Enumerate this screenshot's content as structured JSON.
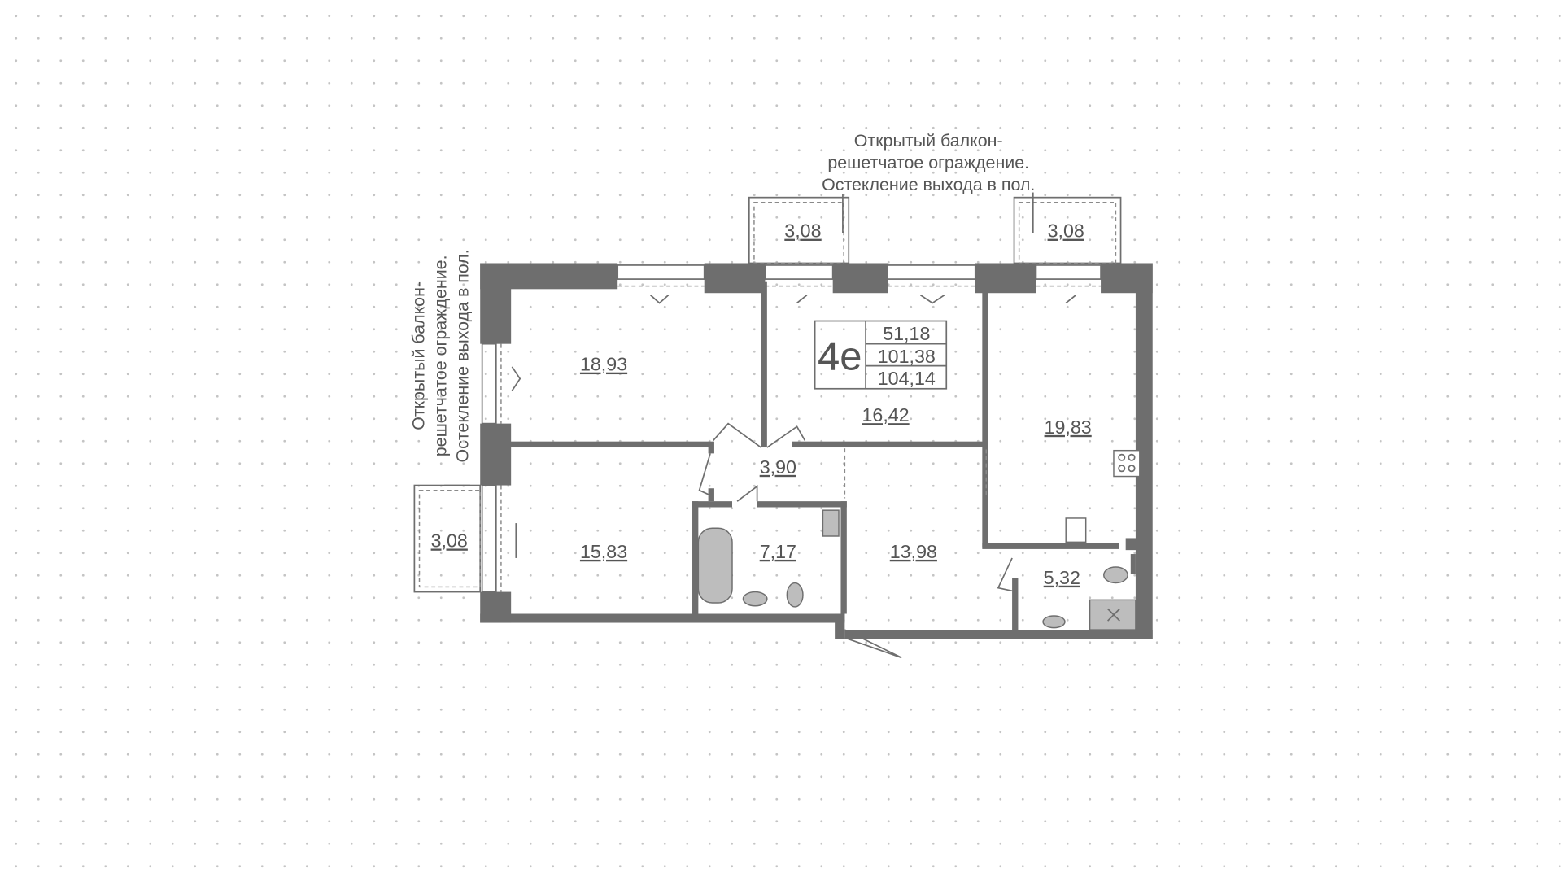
{
  "apartment": {
    "type_code": "4e",
    "living_area": "51,18",
    "total_area": "101,38",
    "total_area_with_balconies": "104,14"
  },
  "rooms": [
    {
      "id": "bedroom-nw",
      "area": "18,93"
    },
    {
      "id": "living-room",
      "area": "16,42"
    },
    {
      "id": "kitchen",
      "area": "19,83"
    },
    {
      "id": "corridor",
      "area": "3,90"
    },
    {
      "id": "bedroom-sw",
      "area": "15,83"
    },
    {
      "id": "bathroom",
      "area": "7,17"
    },
    {
      "id": "hall",
      "area": "13,98"
    },
    {
      "id": "wc",
      "area": "5,32"
    }
  ],
  "balconies": [
    {
      "id": "balcony-top-left",
      "area": "3,08"
    },
    {
      "id": "balcony-top-right",
      "area": "3,08"
    },
    {
      "id": "balcony-left",
      "area": "3,08"
    }
  ],
  "notes": {
    "top": [
      "Открытый балкон-",
      "решетчатое ограждение.",
      "Остекление выхода в пол."
    ],
    "left": [
      "Открытый балкон-",
      "решетчатое ограждение.",
      "Остекление выхода в пол."
    ]
  }
}
